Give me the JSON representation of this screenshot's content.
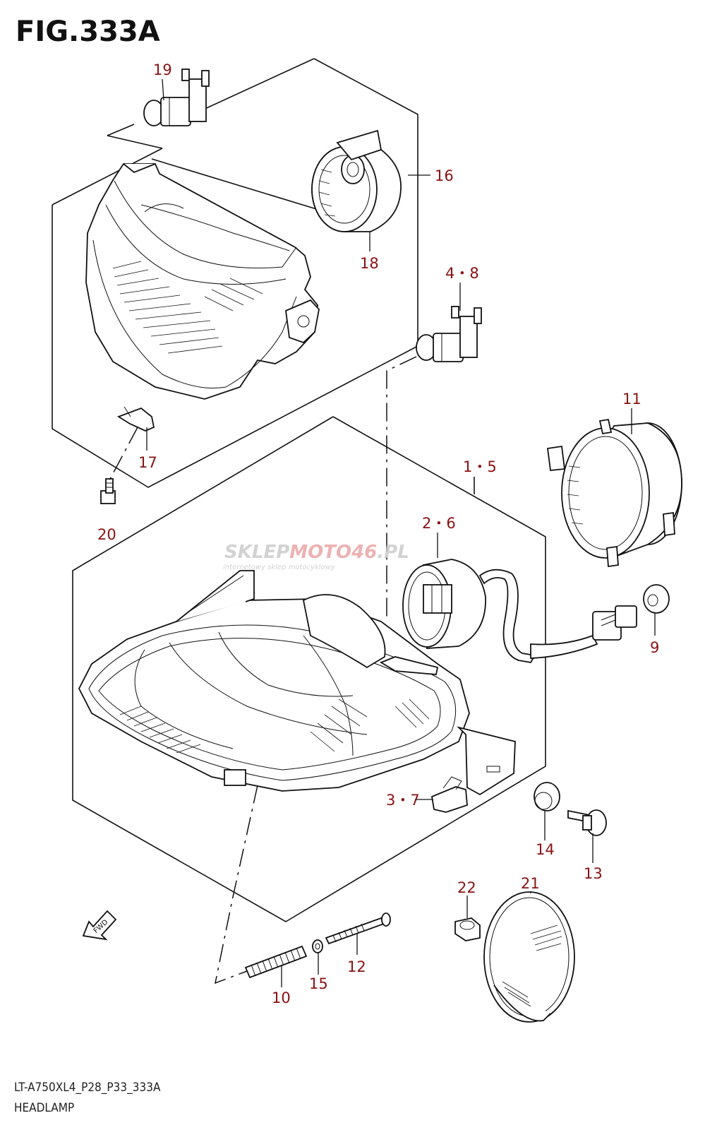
{
  "figure": {
    "title": "FIG.333A",
    "model_code": "LT-A750XL4_P28_P33_333A",
    "caption": "HEADLAMP"
  },
  "callouts": [
    {
      "id": "19",
      "text": "19"
    },
    {
      "id": "16",
      "text": "16"
    },
    {
      "id": "18",
      "text": "18"
    },
    {
      "id": "4-8",
      "text": "4・8"
    },
    {
      "id": "11",
      "text": "11"
    },
    {
      "id": "17",
      "text": "17"
    },
    {
      "id": "1-5",
      "text": "1・5"
    },
    {
      "id": "20",
      "text": "20"
    },
    {
      "id": "2-6",
      "text": "2・6"
    },
    {
      "id": "9",
      "text": "9"
    },
    {
      "id": "3-7",
      "text": "3・7"
    },
    {
      "id": "14",
      "text": "14"
    },
    {
      "id": "13",
      "text": "13"
    },
    {
      "id": "22",
      "text": "22"
    },
    {
      "id": "21",
      "text": "21"
    },
    {
      "id": "12",
      "text": "12"
    },
    {
      "id": "10",
      "text": "10"
    },
    {
      "id": "15",
      "text": "15"
    }
  ],
  "watermark": {
    "brand_a": "SKLEP",
    "brand_b": "MOTO",
    "brand_c": "46",
    "brand_d": ".PL",
    "tagline": "internetowy sklep motocyklowy"
  },
  "fwd_marker": {
    "label": "FWD"
  },
  "colors": {
    "callout": "#8a1212",
    "line": "#111111",
    "watermark_gray": "#c8c8c8",
    "watermark_red": "#e8a0a0"
  }
}
